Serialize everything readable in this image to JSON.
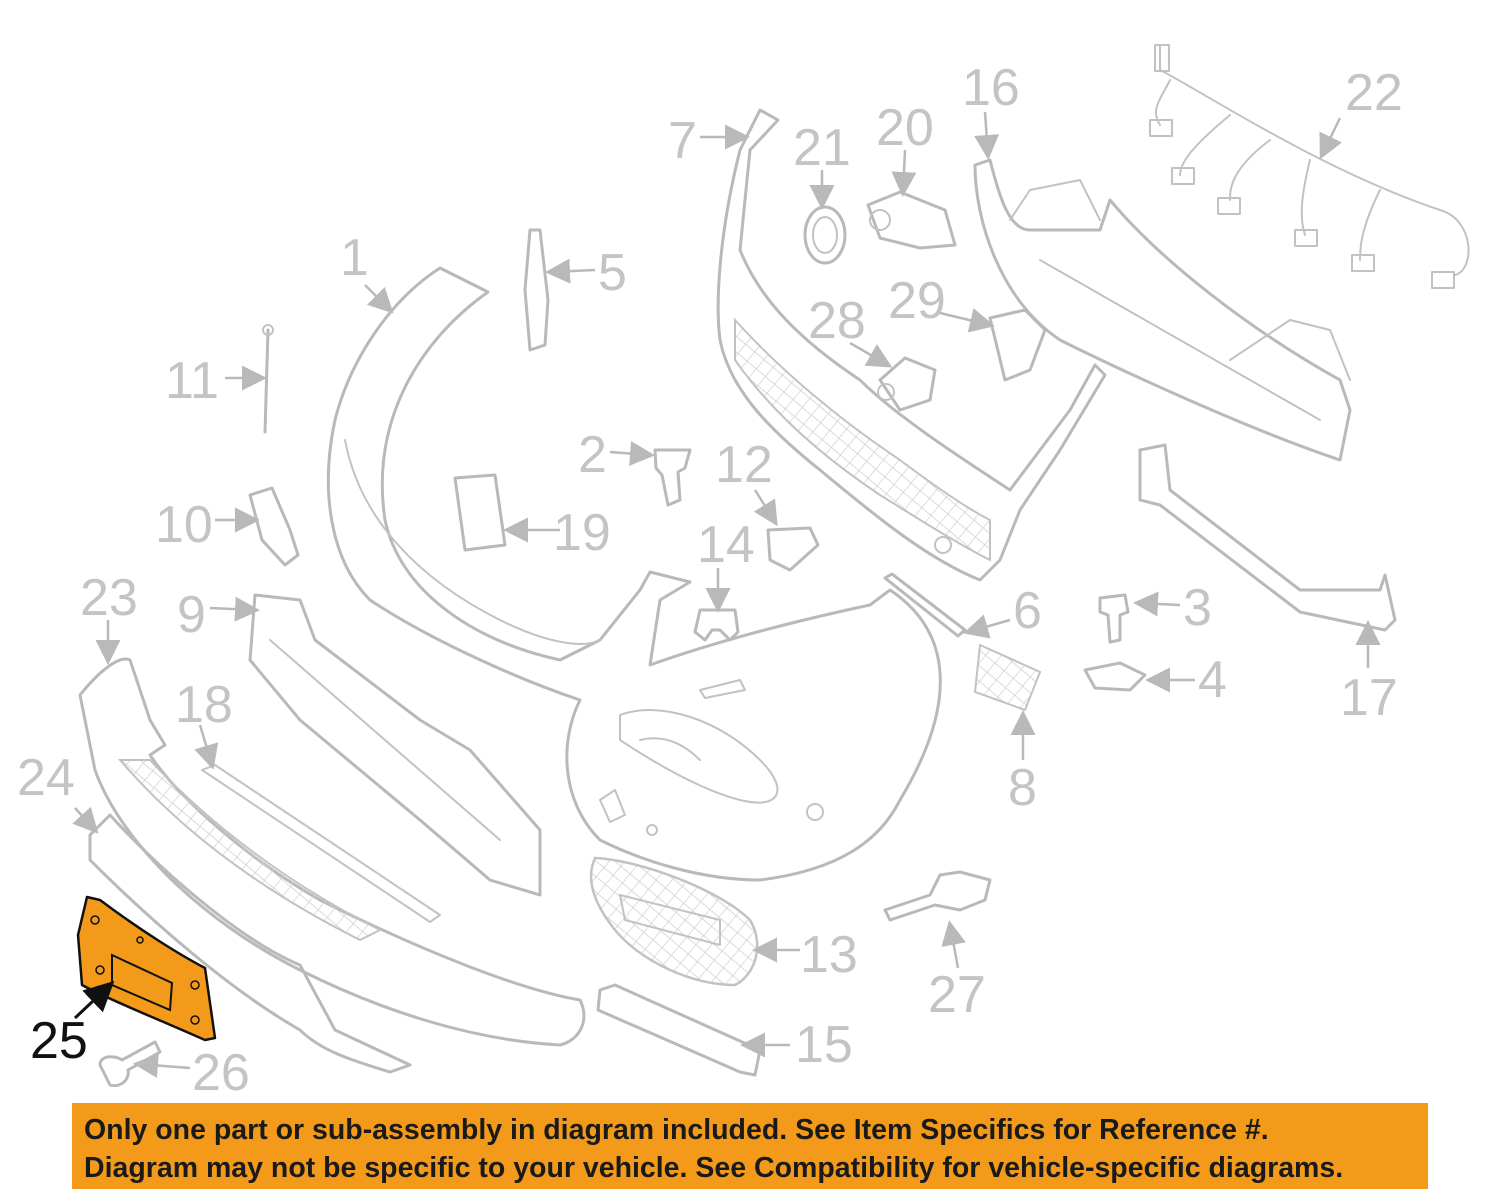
{
  "diagram": {
    "highlight_color": "#f39a1b",
    "line_color": "#b9b9b9",
    "highlighted_part": "25",
    "callouts": [
      "1",
      "2",
      "3",
      "4",
      "5",
      "6",
      "7",
      "8",
      "9",
      "10",
      "11",
      "12",
      "13",
      "14",
      "15",
      "16",
      "17",
      "18",
      "19",
      "20",
      "21",
      "22",
      "23",
      "24",
      "25",
      "26",
      "27",
      "28",
      "29"
    ]
  },
  "notice": {
    "line1": "Only one part or sub-assembly in diagram included. See Item Specifics for Reference #.",
    "line2": "Diagram may not be specific to your vehicle. See Compatibility for vehicle-specific diagrams."
  }
}
